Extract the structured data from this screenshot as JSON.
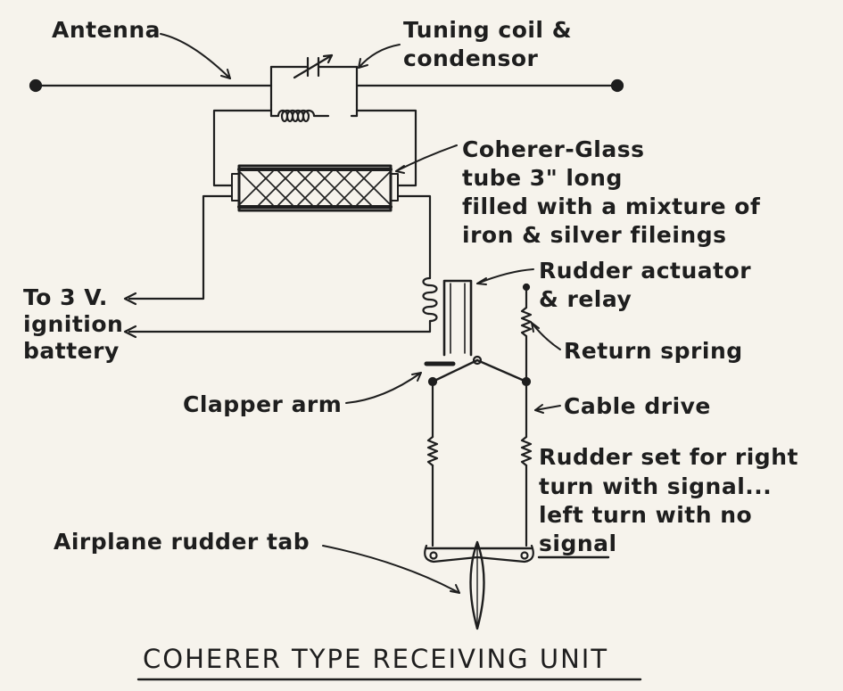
{
  "diagram": {
    "title": "COHERER TYPE RECEIVING UNIT",
    "labels": {
      "antenna": "Antenna",
      "tuning": [
        "Tuning coil &",
        "condensor"
      ],
      "coherer": [
        "Coherer-Glass",
        "tube 3\" long",
        "filled with a mixture of",
        "iron & silver fileings"
      ],
      "battery": [
        "To 3 V.",
        "ignition",
        "battery"
      ],
      "rudder_actuator": [
        "Rudder actuator",
        "& relay"
      ],
      "return_spring": "Return spring",
      "clapper_arm": "Clapper arm",
      "cable_drive": "Cable drive",
      "rudder_set": [
        "Rudder set for right",
        "turn with signal...",
        "left turn with no",
        "signal"
      ],
      "rudder_tab": "Airplane rudder tab"
    }
  },
  "colors": {
    "ink": "#1e1e1e",
    "paper": "#f6f3ec"
  }
}
